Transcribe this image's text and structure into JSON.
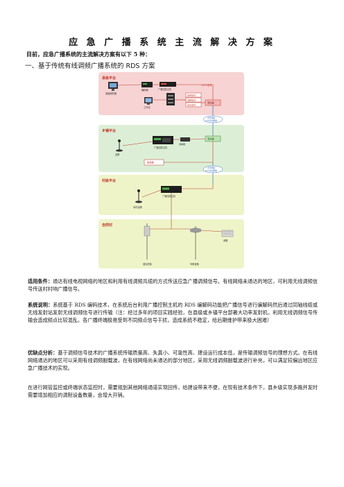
{
  "document": {
    "title": "应 急 广 播 系 统 主 流 解 决 方 案",
    "intro": "目前，应急广播系统的主流解决方案有以下 5 种：",
    "section_heading": "一、基于传统有线调频广播系统的 RDS 方案",
    "paragraphs": [
      {
        "lead": "适用条件：",
        "text": "通达有线电视网络的地区和利用有线调频共缆的方式传送应急广播调频信号。有线网络未通达的地区，可利用无线调频信号传送村村响广播信号。"
      },
      {
        "lead": "系统说明：",
        "text": "系统基于 RDS 编码技术，在系统后台利用广播控制主机的 RDS 编解码功能把广播信号进行编解码然后通过同轴线缆或无线发射站发射无线调频信号进行传输（注：经过多年的项目实践经验，在县级或乡镇平台部署大功率发射机，利用无线调频信号传输会造成频点比较混乱，各广播终端极易受到不同频点信号干扰，造成系统不稳定，给后期维护带来极大困难）"
      },
      {
        "lead": "优缺点分析：",
        "text": "基于调频信号技术的广播系统传输质量高、失真小、可靠性高、建设运行成本低，是传输调频信号的理想方式。在有线网络通达的地区可以采用有线调频副载波，在有线网络尚未通达的部分地区，采用无线调频副载波进行补充，可以满足较偏远地区应急广播技术的实现。"
      },
      {
        "lead": "",
        "text": "在进行网管监控或终端状态监控时，需要规划其他网络通道实现回传，给建设带来不便，在现有技术条件下，县乡级实现多路并发时需要增加相应的调制设备数量，会增大开销。"
      }
    ]
  },
  "diagram": {
    "tiers": [
      {
        "label": "县级平台",
        "color": "#f7d3d3",
        "label_color": "#c0392b"
      },
      {
        "label": "乡镇平台",
        "color": "#dcefd6",
        "label_color": "#c0392b"
      },
      {
        "label": "村级平台",
        "color": "#eef4c8",
        "label_color": "#c0392b"
      },
      {
        "label": "自然村",
        "color": "#eef4c8",
        "label_color": "#c0392b"
      }
    ],
    "labels": {
      "county_computer": "县级服务器",
      "county_encoder": "编码器",
      "county_host": "广播控制主机",
      "county_workstation": "工作站",
      "county_catv": "CATV信号",
      "county_item1": "电视信号",
      "county_item2": "调频信号",
      "county_item3": "应急信号",
      "county_mixer": "混合器",
      "link1": "光纤网络",
      "link1b": "CATV有线网络",
      "town_mic": "话筒",
      "town_host": "广播控制主机",
      "town_modulator": "调制器",
      "town_mixer": "混合器",
      "town_receiver": "接收器",
      "link2": "光纤网络",
      "link2b": "CATV有线网络",
      "village_mic": "本村话筒",
      "village_host": "广播控制主机",
      "natural_pole": "音柱终端",
      "natural_horn": "号角音箱",
      "natural_box": "音箱"
    }
  }
}
